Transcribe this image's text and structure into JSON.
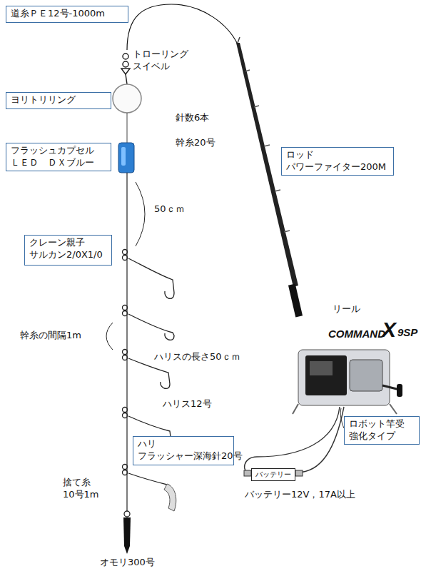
{
  "diagram": {
    "nodes": [
      {
        "text": [
          "道糸ＰＥ12号-1000m"
        ]
      },
      {
        "text": [
          "ヨリトリリング"
        ]
      },
      {
        "text": [
          "フラッシュカプセル ＬＥＤ　ＤＸブルー"
        ]
      },
      {
        "text": [
          "クレーン親子 サルカン2/0X1/0"
        ]
      },
      {
        "text": [
          "ハリ フラッシャー深海針20号"
        ]
      },
      {
        "text": [
          "ロッド パワーファイター200M"
        ]
      },
      {
        "text": [
          "ロボット竿受 強化タイプ"
        ]
      },
      {
        "text": [
          "バッテリー"
        ]
      }
    ],
    "labels": [
      "トローリング スイベル",
      "針数6本",
      "幹糸20号",
      "50ｃｍ",
      "幹糸の間隔1m",
      "ハリスの長さ50ｃｍ",
      "ハリス12号",
      "捨て糸 10号1m",
      "オモリ300号",
      "リール",
      "COMMAND",
      "X",
      "9SP",
      "バッテリー12V，17A以上"
    ]
  }
}
